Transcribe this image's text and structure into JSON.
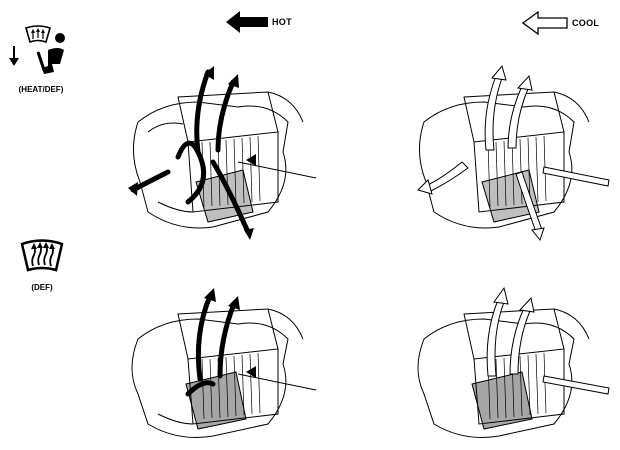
{
  "legend": {
    "hot_label": "HOT",
    "cool_label": "COOL"
  },
  "modes": {
    "heat_def_label": "(HEAT/DEF)",
    "def_label": "(DEF)"
  },
  "icons": {
    "hot_arrow": "solid-left-arrow-icon",
    "cool_arrow": "outline-left-arrow-icon",
    "heat_def_mode": "seat-windshield-airflow-icon",
    "def_mode": "windshield-defrost-icon"
  },
  "colors": {
    "hot_flow": "#000000",
    "cool_flow": "#ffffff"
  }
}
